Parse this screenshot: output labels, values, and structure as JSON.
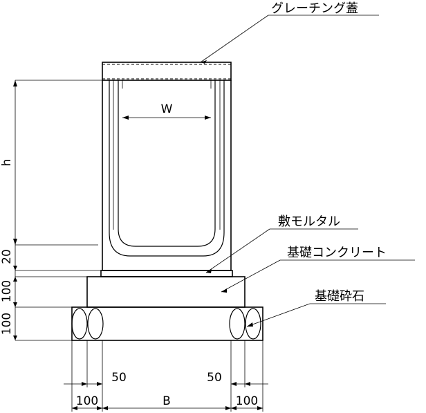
{
  "labels": {
    "grating_lid": "グレーチング蓋",
    "bed_mortar": "敷モルタル",
    "base_concrete": "基礎コンクリート",
    "base_gravel": "基礎砕石"
  },
  "dimensions": {
    "inner_width": "W",
    "height": "h",
    "mortar_thickness": "20",
    "concrete_thickness": "100",
    "gravel_thickness": "100",
    "left_offset": "50",
    "right_offset": "50",
    "left_width": "100",
    "base_width": "B",
    "right_width": "100"
  }
}
